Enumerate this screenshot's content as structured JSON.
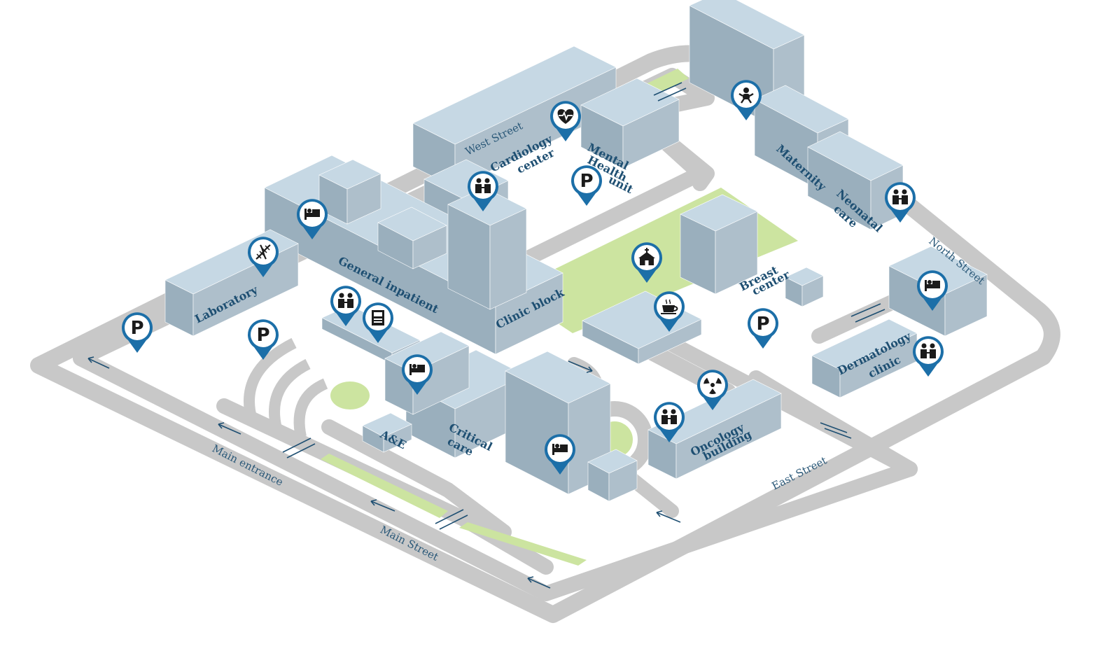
{
  "colors": {
    "road": "#c8c8c8",
    "grass": "#cce4a0",
    "building_top": "#c6d8e4",
    "building_left": "#9aafbd",
    "building_right": "#aebfcb",
    "pin": "#1c6fa8",
    "label": "#1e4f72"
  },
  "streets": {
    "west": "West Street",
    "north": "North Street",
    "east": "East Street",
    "main": "Main Street",
    "main_entrance": "Main entrance"
  },
  "buildings": {
    "laboratory": "Laboratory",
    "general_inpatient": "General inpatient",
    "clinic_block": "Clinic block",
    "cardiology_1": "Cardiology",
    "cardiology_2": "center",
    "mental_1": "Mental",
    "mental_2": "Health",
    "mental_3": "unit",
    "maternity": "Maternity",
    "neonatal_1": "Neonatal",
    "neonatal_2": "care",
    "breast_1": "Breast",
    "breast_2": "center",
    "dermatology_1": "Dermatology",
    "dermatology_2": "clinic",
    "ae": "A&E",
    "critical_1": "Critical",
    "critical_2": "care",
    "oncology_1": "Oncology",
    "oncology_2": "building"
  },
  "pins": {
    "parking": "P"
  },
  "icons": [
    "parking-icon",
    "dna-icon",
    "bed-icon",
    "doctor-patient-icon",
    "atm-icon",
    "heart-rate-icon",
    "baby-icon",
    "chapel-icon",
    "coffee-icon",
    "radiation-icon"
  ]
}
